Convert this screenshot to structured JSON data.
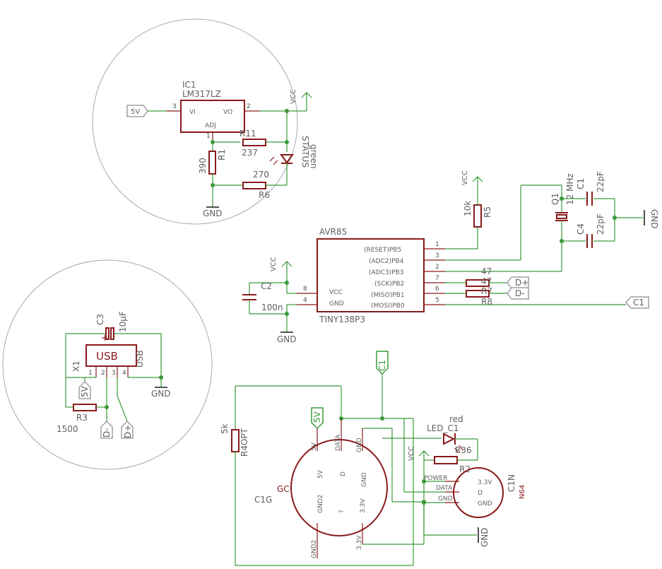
{
  "labels": {
    "ic1": "IC1",
    "lm317": "LM317LZ",
    "vi": "VI",
    "vo": "VO",
    "adj": "ADJ",
    "pin_vi": "3",
    "pin_vo": "2",
    "pin_adj": "1",
    "vcc_top": "VCC",
    "port_5v_top": "5V",
    "r11": "R11",
    "r11_val": "237",
    "r1": "R1",
    "r1_val": "390",
    "r6": "R6",
    "r6_val": "270",
    "status": "STATUS",
    "green": "green",
    "gnd_top": "GND",
    "avr85": "AVR85",
    "tiny": "TINY138P3",
    "reset": "(RESET)PB5",
    "adc2": "(ADC2)PB4",
    "adc3": "(ADC3)PB3",
    "sck": "(SCK)PB2",
    "miso": "(MISO)PB1",
    "mosi": "(MOSI)PB0",
    "vcc_pin": "VCC",
    "gnd_pin": "GND",
    "pin1": "1",
    "pin3": "3",
    "pin2": "2",
    "pin7": "7",
    "pin6": "6",
    "pin5": "5",
    "pin8": "8",
    "pin4": "4",
    "vcc_mid": "VCC",
    "c2": "C2",
    "c2_val": "100n",
    "gnd_mid": "GND",
    "r5": "R5",
    "r5_val": "10k",
    "vcc_r5": "VCC",
    "q1": "Q1",
    "q1_val": "12 MHz",
    "c1": "C1",
    "c1_val": "22pF",
    "c4": "C4",
    "c4_val": "22pF",
    "gnd_xtal": "GND",
    "r47a": "47",
    "r47b": "47",
    "r7": "R7",
    "r8": "R8",
    "port_dplus_right": "D+",
    "port_dminus_right": "D-",
    "port_c1_right": "C1",
    "c3": "C3",
    "c3_val": "10µF",
    "usb": "USB",
    "usb_side": "USB",
    "x1": "X1",
    "upin1": "1",
    "upin2": "2",
    "upin3": "3",
    "upin4": "4",
    "port_5v_usb": "5V",
    "r3": "R3",
    "r3_val": "1500",
    "port_dminus_usb": "D-",
    "port_dplus_usb": "D+",
    "gnd_usb": "GND",
    "port_c1_bottom": "C1",
    "port_5v_bottom": "5V",
    "r4": "R4OPT",
    "r4_val": "5k",
    "c1g_5v": "5V",
    "c1g_data": "DATA",
    "c1g_gnd_top": "GND",
    "c1g_5v_in": "5V",
    "c1g_d_in": "D",
    "c1g_gnd_in": "GND",
    "c1g_gnd2_in": "GND2",
    "c1g_q": "?",
    "c1g_33_in": "3.3V",
    "c1g_gnd2": "GND2",
    "c1g_33": "3.3V",
    "gc": "GC",
    "c1g": "C1G",
    "red": "red",
    "led_c1": "LED_C1",
    "r2": "R2",
    "r2_val": "R36",
    "vcc_bot": "VCC",
    "n64_power": "POWER",
    "n64_data": "DATA",
    "n64_gnd": "GND",
    "n64_33": "3.3V",
    "n64_d": "D",
    "n64_gnd_in": "GND",
    "c1n": "C1N",
    "n64": "N64",
    "gnd_bottom": "GND"
  }
}
